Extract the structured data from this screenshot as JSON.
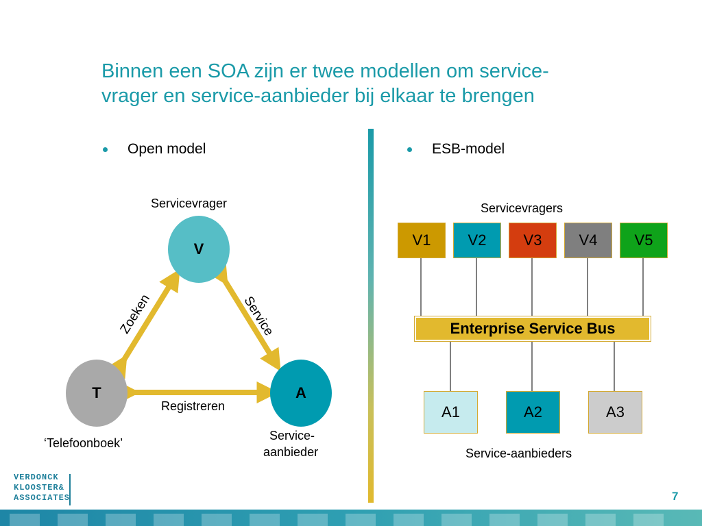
{
  "title": {
    "line1": "Binnen een SOA zijn er twee modellen om service-",
    "line2": "vrager en service-aanbieder bij elkaar te brengen"
  },
  "left": {
    "bullet": "Open model",
    "nodes": {
      "v": {
        "letter": "V",
        "label": "Servicevrager",
        "color": "#56bec6"
      },
      "t": {
        "letter": "T",
        "label": "‘Telefoonboek’",
        "color": "#a9a9a9"
      },
      "a": {
        "letter": "A",
        "label_line1": "Service-",
        "label_line2": "aanbieder",
        "color": "#009bb0"
      }
    },
    "edges": {
      "zoeken": "Zoeken",
      "service": "Service",
      "registreren": "Registreren"
    },
    "arrow_color": "#e2b92e"
  },
  "right": {
    "bullet": "ESB-model",
    "consumers_label": "Servicevragers",
    "consumers": [
      {
        "label": "V1",
        "color": "#cc9900"
      },
      {
        "label": "V2",
        "color": "#009bb0"
      },
      {
        "label": "V3",
        "color": "#d43d0f"
      },
      {
        "label": "V4",
        "color": "#7f7f7f"
      },
      {
        "label": "V5",
        "color": "#0fa31a"
      }
    ],
    "bus_label": "Enterprise Service Bus",
    "providers": [
      {
        "label": "A1",
        "color": "#c6ebee"
      },
      {
        "label": "A2",
        "color": "#009bb0"
      },
      {
        "label": "A3",
        "color": "#cccccc"
      }
    ],
    "providers_label": "Service-aanbieders"
  },
  "footer": {
    "logo_line1": "VERDONCK",
    "logo_line2": "KLOOSTER&",
    "logo_line3": "ASSOCIATES",
    "page_number": "7"
  }
}
